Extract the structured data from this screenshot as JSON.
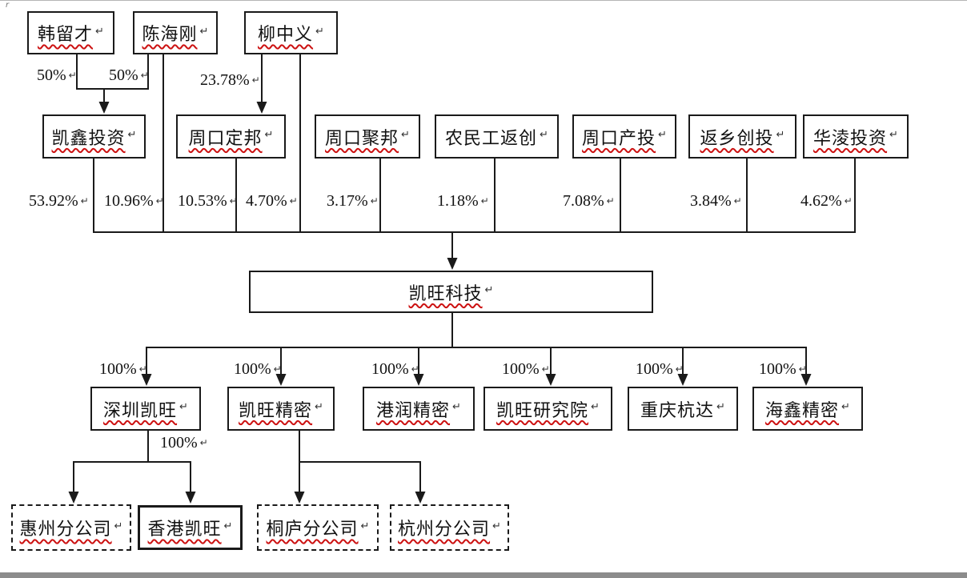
{
  "return_mark": "↵",
  "corner_mark": "r",
  "colors": {
    "background": "#ffffff",
    "line": "#1a1a1a",
    "box_border": "#1a1a1a",
    "spellcheck_underline": "#cc1111",
    "text": "#111111",
    "bottom_band": "#8c8c8c"
  },
  "nodes": {
    "han": {
      "label": "韩留才"
    },
    "chen": {
      "label": "陈海刚"
    },
    "liu": {
      "label": "柳中义"
    },
    "kaixin": {
      "label": "凯鑫投资"
    },
    "zkdb": {
      "label": "周口定邦"
    },
    "zkjb": {
      "label": "周口聚邦"
    },
    "nmg": {
      "label": "农民工返创"
    },
    "zkct": {
      "label": "周口产投"
    },
    "fxct": {
      "label": "返乡创投"
    },
    "hualing": {
      "label": "华淩投资"
    },
    "kaiwang": {
      "label": "凯旺科技"
    },
    "shenzhen": {
      "label": "深圳凯旺"
    },
    "jingmi": {
      "label": "凯旺精密"
    },
    "gangrun": {
      "label": "港润精密"
    },
    "yanjiuyuan": {
      "label": "凯旺研究院"
    },
    "chongqing": {
      "label": "重庆杭达"
    },
    "haixin": {
      "label": "海鑫精密"
    },
    "huizhou": {
      "label": "惠州分公司"
    },
    "hongkong": {
      "label": "香港凯旺"
    },
    "tonglu": {
      "label": "桐庐分公司"
    },
    "hangzhou": {
      "label": "杭州分公司"
    }
  },
  "percents": {
    "p50": "50%",
    "p23_78": "23.78%",
    "p53_92": "53.92%",
    "p10_96": "10.96%",
    "p10_53": "10.53%",
    "p4_70": "4.70%",
    "p3_17": "3.17%",
    "p1_18": "1.18%",
    "p7_08": "7.08%",
    "p3_84": "3.84%",
    "p4_62": "4.62%",
    "p100": "100%"
  }
}
